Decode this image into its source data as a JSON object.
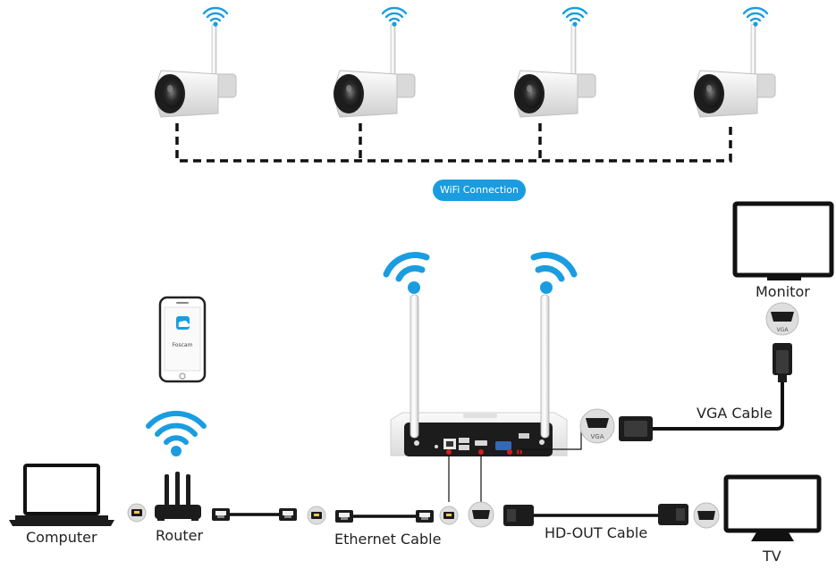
{
  "colors": {
    "wifi": "#1a9de0",
    "cable": "#111111",
    "device": "#1c1c1c",
    "nvr_body": "#eeeeee",
    "port_marker": "#d21f1f"
  },
  "icons": [
    "wifi-icon",
    "camera-icon",
    "nvr-icon",
    "monitor-icon",
    "tv-icon",
    "laptop-icon",
    "router-icon",
    "phone-icon",
    "vga-port-icon",
    "ethernet-port-icon",
    "hdmi-port-icon"
  ],
  "cameras": [
    {
      "icon": "camera-icon"
    },
    {
      "icon": "camera-icon"
    },
    {
      "icon": "camera-icon"
    },
    {
      "icon": "camera-icon"
    }
  ],
  "wifi_badge": "WiFi Connection",
  "phone": {
    "app_name": "Foscam"
  },
  "labels": {
    "computer": "Computer",
    "router": "Router",
    "ethernet_cable": "Ethernet Cable",
    "hd_out_cable": "HD-OUT Cable",
    "tv": "TV",
    "monitor": "Monitor",
    "vga_cable": "VGA Cable",
    "vga_port_left": "VGA",
    "vga_port_right": "VGA"
  }
}
